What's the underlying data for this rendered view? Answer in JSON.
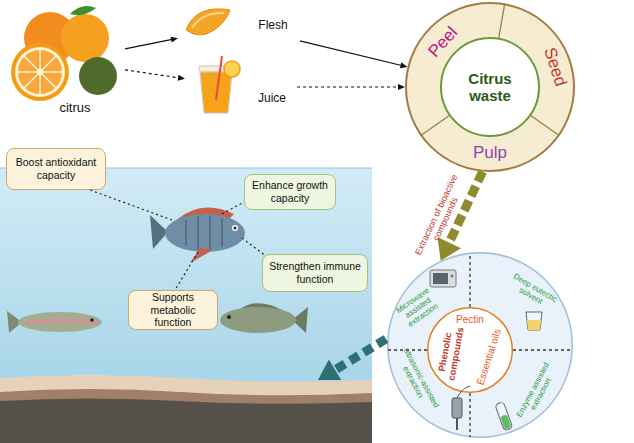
{
  "diagram": {
    "nodes": [
      {
        "text": [
          "citrus"
        ]
      },
      {
        "text": [
          "Flesh"
        ]
      },
      {
        "text": [
          "Juice"
        ]
      },
      {
        "text": [
          "Peel",
          "Seed",
          "Pulp"
        ]
      },
      {
        "text": [
          "Citrus waste"
        ],
        "in": 3
      },
      {
        "text": [
          "Microwave assisted extraction",
          "Deep eutectic solvent",
          "ultrasonic-assisted extraction",
          "Enzyme assisted extraction"
        ]
      },
      {
        "text": [
          "Pectin",
          "Phenolic compounds",
          "Essential oils"
        ],
        "in": 5
      },
      {
        "text": [
          "Boost antioxidant capacity"
        ]
      },
      {
        "text": [
          "Enhance growth capacity"
        ]
      },
      {
        "text": [
          "Strengthen immune function"
        ]
      },
      {
        "text": [
          "Supports metabolic function"
        ]
      }
    ],
    "edges": [
      {
        "from": 0,
        "to": 1,
        "arrow": "to"
      },
      {
        "from": 0,
        "to": 2,
        "arrow": "to"
      },
      {
        "from": 1,
        "to": 3,
        "arrow": "to"
      },
      {
        "from": 2,
        "to": 3,
        "arrow": "to"
      },
      {
        "from": 3,
        "to": 5,
        "arrow": "to",
        "label": "Extraction of bioactive compounds"
      }
    ]
  }
}
